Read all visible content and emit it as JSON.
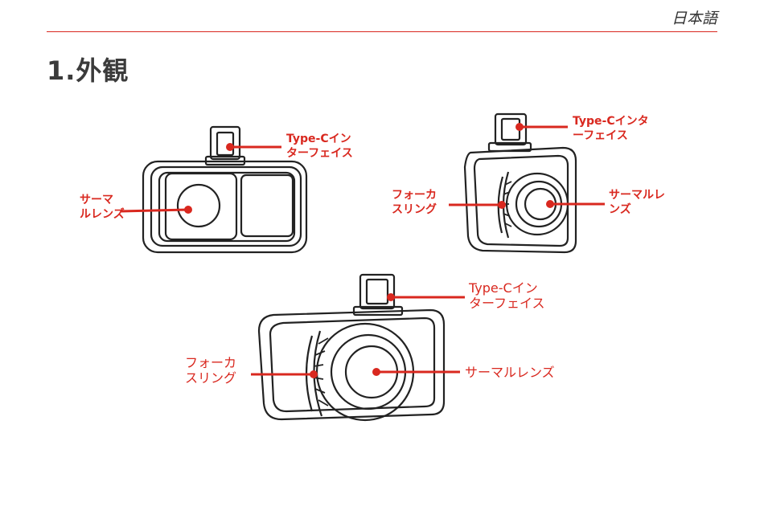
{
  "header": {
    "language": "日本語"
  },
  "section": {
    "title": "1.外観"
  },
  "figures": [
    {
      "type_c_interface": [
        "Type-Cイン",
        "ターフェイス"
      ],
      "thermal_lens": [
        "サーマ",
        "ルレンズ"
      ]
    },
    {
      "type_c_interface": [
        "Type-Cインタ",
        "ーフェイス"
      ],
      "focus_ring": [
        "フォーカ",
        "スリング"
      ],
      "thermal_lens": [
        "サーマルレ",
        "ンズ"
      ]
    },
    {
      "type_c_interface": [
        "Type-Cイン",
        "ターフェイス"
      ],
      "focus_ring": [
        "フォーカ",
        "スリング"
      ],
      "thermal_lens": [
        "サーマルレンズ"
      ]
    }
  ],
  "colors": {
    "accent": "#d9281f",
    "ink": "#222222"
  }
}
